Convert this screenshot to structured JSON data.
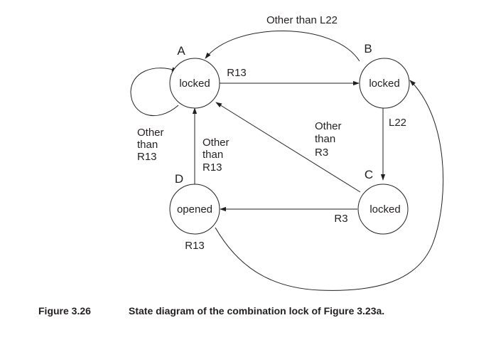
{
  "states": {
    "A": {
      "letter": "A",
      "label": "locked"
    },
    "B": {
      "letter": "B",
      "label": "locked"
    },
    "C": {
      "letter": "C",
      "label": "locked"
    },
    "D": {
      "letter": "D",
      "label": "opened"
    }
  },
  "transitions": {
    "a_self": [
      "Other",
      "than",
      "R13"
    ],
    "a_to_b": "R13",
    "b_to_a": "Other than L22",
    "b_to_c": "L22",
    "c_to_a": [
      "Other",
      "than",
      "R3"
    ],
    "c_to_d": "R3",
    "d_to_a": [
      "Other",
      "than",
      "R13"
    ],
    "d_to_b": "R13"
  },
  "caption": {
    "number": "Figure 3.26",
    "text": "State diagram of the combination lock of Figure 3.23a."
  }
}
